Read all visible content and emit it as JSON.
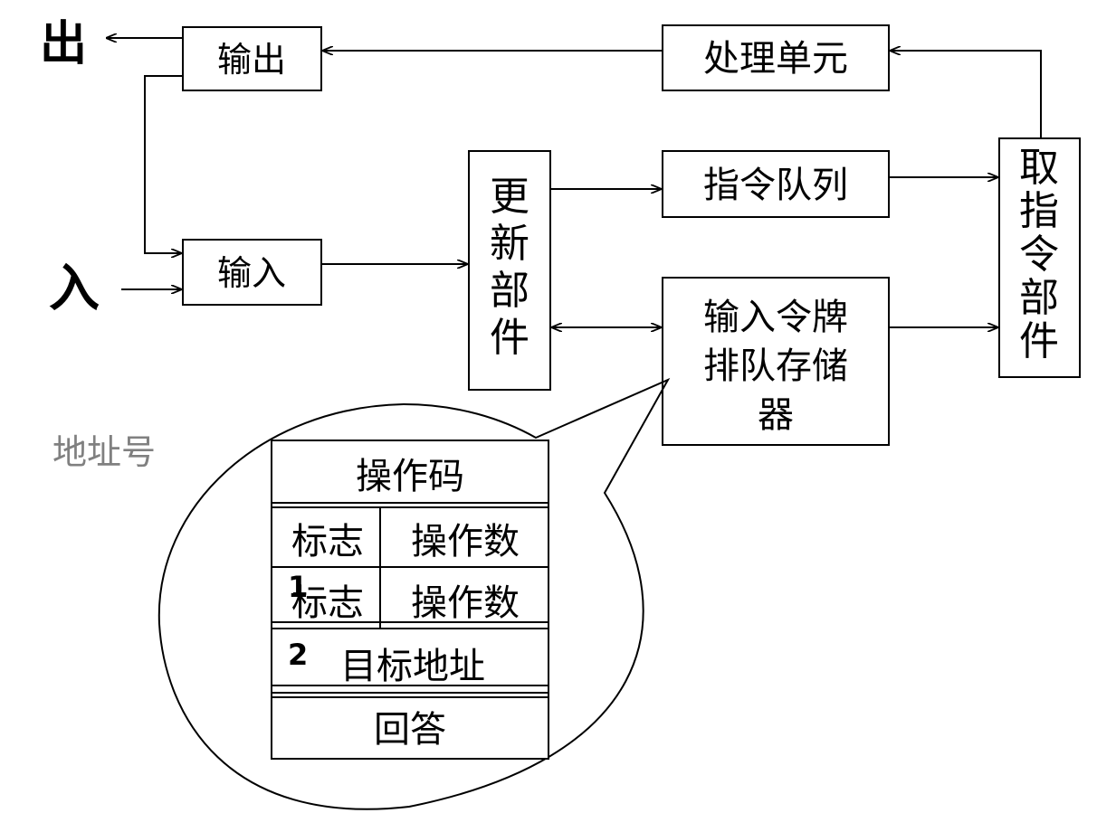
{
  "side_labels": {
    "out": "出",
    "in": "入",
    "address_no": "地址号"
  },
  "blocks": {
    "output": "输出",
    "input": "输入",
    "processing_unit": "处理单元",
    "update_unit": [
      "更",
      "新",
      "部",
      "件"
    ],
    "instruction_queue": "指令队列",
    "fetch_unit": [
      "取",
      "指",
      "令",
      "部",
      "件"
    ],
    "token_queue_memory": [
      "输入令牌",
      "排队存储",
      "器"
    ]
  },
  "token_format": {
    "opcode": "操作码",
    "flag1": "标志",
    "operand1": "操作数",
    "index1": "1",
    "flag2": "标志",
    "operand2": "操作数",
    "index2": "2",
    "target_address": "目标地址",
    "reply": "回答"
  },
  "colors": {
    "line": "#000000",
    "muted_label": "#808080"
  }
}
